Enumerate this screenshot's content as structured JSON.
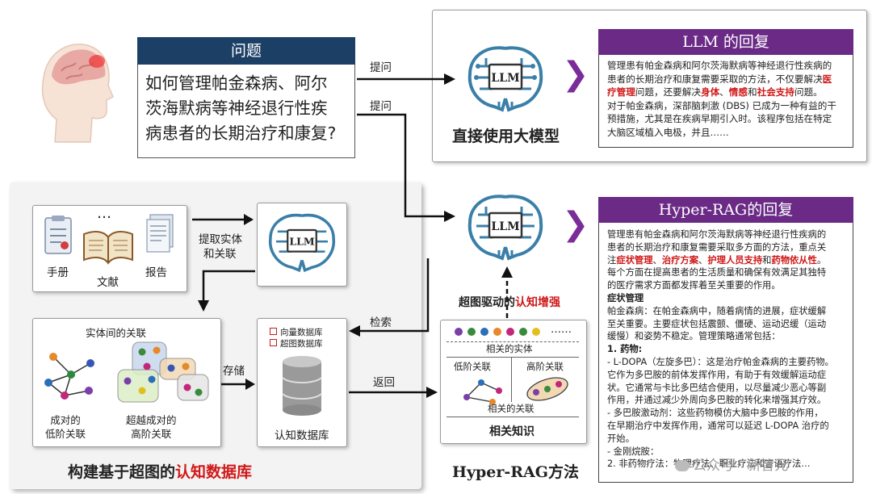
{
  "question": {
    "header": "问题",
    "lines": [
      "如何管理帕金森病、阿尔",
      "茨海默病等神经退行性疾",
      "病患者的长期治疗和康复?"
    ]
  },
  "arrows": {
    "ask1": "提问",
    "ask2": "提问",
    "extract": [
      "提取实体",
      "和关联"
    ],
    "store": "存储",
    "retrieve": "检索",
    "return": "返回"
  },
  "llm_label": "LLM",
  "direct_caption": "直接使用大模型",
  "llm_answer": {
    "title": "LLM 的回复",
    "l1": "管理患有帕金森病和阿尔茨海默病等神经退行性疾病的",
    "l2": "患者的长期治疗和康复需要采取的方法，不仅要解决",
    "l2r": "医",
    "l3r": "疗管理",
    "l3a": "问题，还要解决",
    "l3b": "身体",
    "l3c": "、",
    "l3d": "情感",
    "l3e": "和",
    "l3f": "社会支持",
    "l3g": "问题。",
    "l4": "对于帕金森病，深部脑刺激 (DBS) 已成为一种有益的干",
    "l5": "预措施，尤其是在疾病早期引入时。该程序包括在特定",
    "l6": "大脑区域植入电极，并且……"
  },
  "sources": {
    "dots": "…",
    "manual": "手册",
    "literature": "文献",
    "report": "报告"
  },
  "entity_panel": {
    "title": "实体间的关联",
    "low": [
      "成对的",
      "低阶关联"
    ],
    "high": [
      "超越成对的",
      "高阶关联"
    ]
  },
  "database": {
    "legend1": "向量数据库",
    "legend2": "超图数据库",
    "name": "认知数据库"
  },
  "build_caption_a": "构建基于超图的",
  "build_caption_b": "认知数据库",
  "enhance_a": "超图驱动的",
  "enhance_b": "认知增强",
  "knowledge": {
    "dots": "……",
    "entities": "相关的实体",
    "low": "低阶关联",
    "high": "高阶关联",
    "relations": "相关的关联",
    "title": "相关知识"
  },
  "method_caption": "Hyper-RAG方法",
  "hyper_answer": {
    "title": "Hyper-RAG的回复",
    "l1": "管理患有帕金森病和阿尔茨海默病等神经退行性疾病的",
    "l2": "患者的长期治疗和康复需要采取多方面的方法，重点关",
    "l3a": "注",
    "l3b": "症状管理",
    "l3c": "、",
    "l3d": "治疗方案",
    "l3e": "、",
    "l3f": "护理人员支持",
    "l3g": "和",
    "l3h": "药物依从性",
    "l3i": "。",
    "l4": "每个方面在提高患者的生活质量和确保有效满足其独特",
    "l5": "的医疗需求方面都发挥着至关重要的作用。",
    "h1": "症状管理",
    "l6": "帕金森病：在帕金森病中，随着病情的进展，症状缓解",
    "l7": "至关重要。主要症状包括震颤、僵硬、运动迟缓（运动",
    "l8": "缓慢）和姿势不稳定。管理策略通常包括：",
    "h2": "1. 药物:",
    "l9": "- L-DOPA（左旋多巴）：这是治疗帕金森病的主要药物。",
    "l10": "它作为多巴胺的前体发挥作用，有助于有效缓解运动症",
    "l11": "状。它通常与卡比多巴结合使用，以尽量减少恶心等副",
    "l12": "作用，并通过减少外周向多巴胺的转化来增强其疗效。",
    "l13": "- 多巴胺激动剂：这些药物模仿大脑中多巴胺的作用，",
    "l14": "在早期治疗中发挥作用，通常可以延迟 L-DOPA 治疗的",
    "l15": "开始。",
    "l16": "- 金刚烷胺：",
    "l17": "2. 非药物疗法：物理疗法、职业疗法和言语疗法…"
  },
  "watermark": "公众号 · 新智元",
  "colors": {
    "navy": "#1c3f66",
    "purple": "#6a2a86",
    "red": "#d01818"
  }
}
